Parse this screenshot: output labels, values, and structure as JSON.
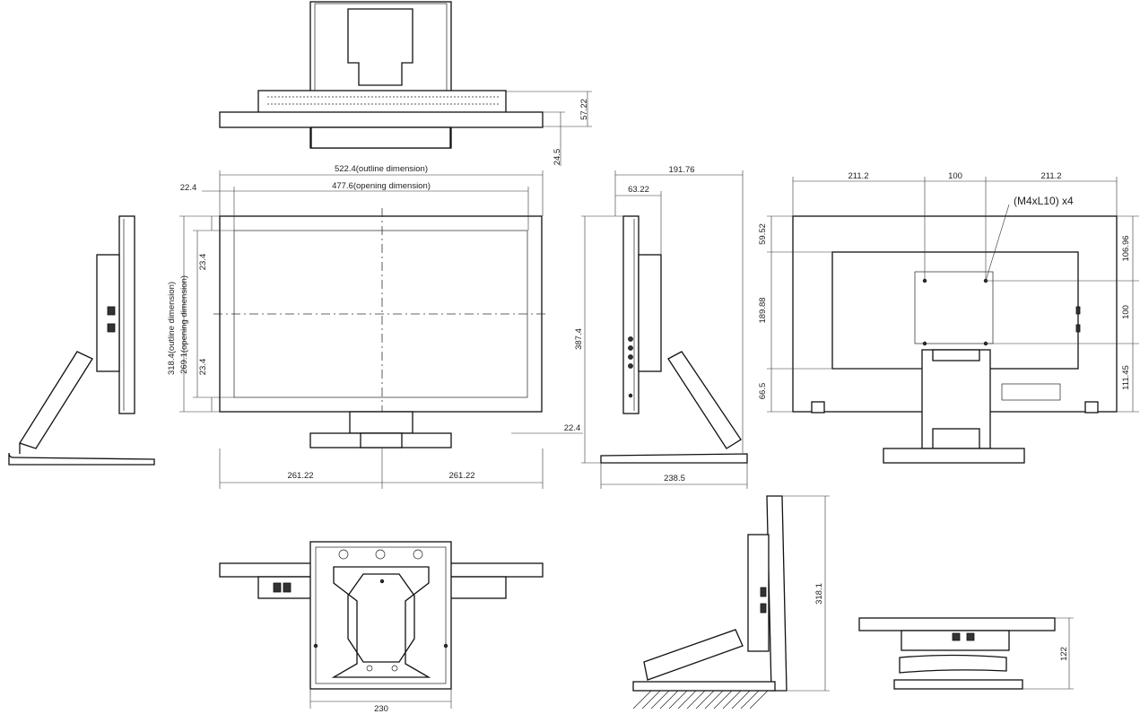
{
  "dimensions": {
    "top_depth": "57.22",
    "top_bezel": "24.5",
    "outline_width": "522.4(outline dimension)",
    "opening_width": "477.6(opening dimension)",
    "left_margin": "22.4",
    "outline_height": "318.4(outline dimension)",
    "opening_height": "269.1(opening dimension)",
    "inner_top": "23.4",
    "inner_bottom": "23.4",
    "half_left": "261.22",
    "half_right": "261.22",
    "total_height": "387.4",
    "side_right_margin": "22.4",
    "side_depth": "191.76",
    "side_offset": "63.22",
    "side_base": "238.5",
    "rear_left": "211.2",
    "rear_mid": "100",
    "rear_right": "211.2",
    "vesa_screws": "(M4xL10) x4",
    "rear_top_left": "59.52",
    "rear_mid_left": "189.88",
    "rear_bottom_left": "66.5",
    "rear_top_right": "106.96",
    "rear_mid_right": "100",
    "rear_bottom_right": "111.45",
    "base_width": "230",
    "tilt_height": "318.1",
    "flat_height": "122"
  }
}
